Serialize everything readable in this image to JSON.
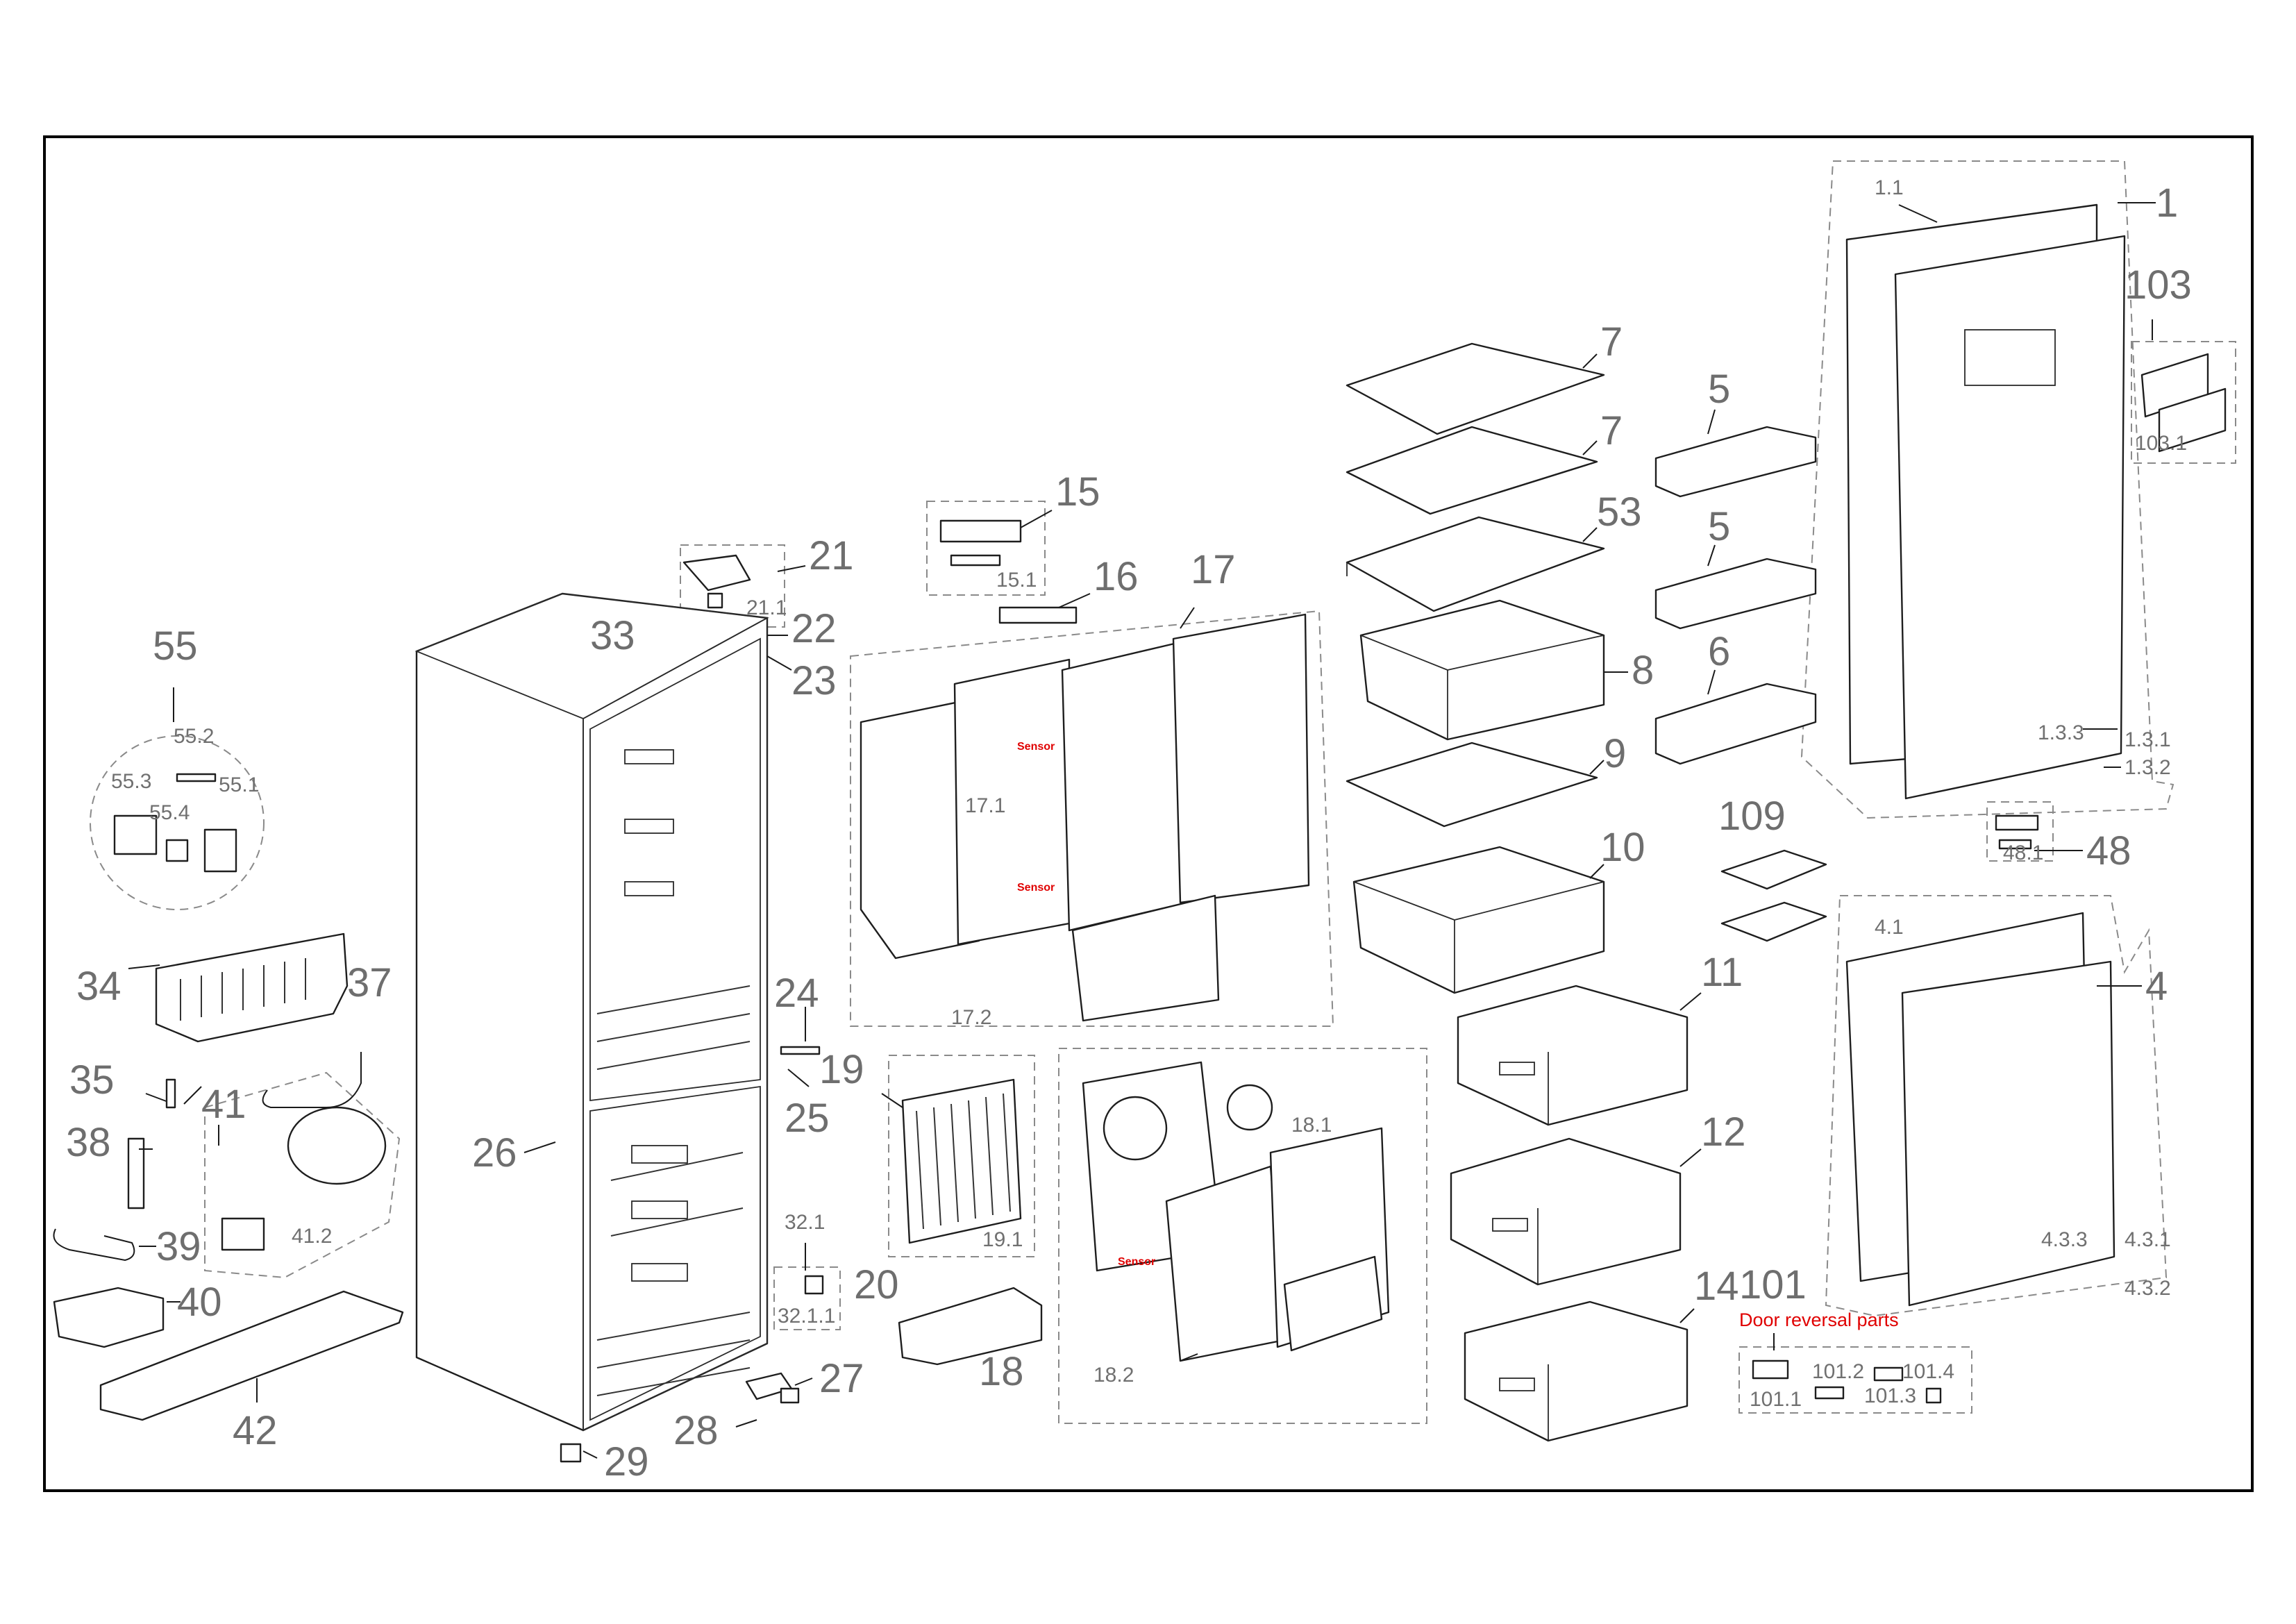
{
  "labels": {
    "p1": "1",
    "p1_1": "1.1",
    "p1_3_1": "1.3.1",
    "p1_3_2": "1.3.2",
    "p1_3_3": "1.3.3",
    "p4": "4",
    "p4_1": "4.1",
    "p4_3_1": "4.3.1",
    "p4_3_2": "4.3.2",
    "p4_3_3": "4.3.3",
    "p5a": "5",
    "p5b": "5",
    "p6": "6",
    "p7a": "7",
    "p7b": "7",
    "p8": "8",
    "p9": "9",
    "p10": "10",
    "p11": "11",
    "p12": "12",
    "p14": "14",
    "p15": "15",
    "p15_1": "15.1",
    "p16": "16",
    "p17": "17",
    "p17_1": "17.1",
    "p17_2": "17.2",
    "p18": "18",
    "p18_1": "18.1",
    "p18_2": "18.2",
    "p19": "19",
    "p19_1": "19.1",
    "p20": "20",
    "p21": "21",
    "p21_1": "21.1",
    "p22": "22",
    "p23": "23",
    "p24": "24",
    "p25": "25",
    "p26": "26",
    "p27": "27",
    "p28": "28",
    "p29": "29",
    "p32_1": "32.1",
    "p32_1_1": "32.1.1",
    "p33": "33",
    "p34": "34",
    "p35": "35",
    "p37": "37",
    "p38": "38",
    "p39": "39",
    "p40": "40",
    "p41": "41",
    "p41_2": "41.2",
    "p42": "42",
    "p48": "48",
    "p48_1": "48.1",
    "p53": "53",
    "p55": "55",
    "p55_1": "55.1",
    "p55_2": "55.2",
    "p55_3": "55.3",
    "p55_4": "55.4",
    "p101": "101",
    "p101_1": "101.1",
    "p101_2": "101.2",
    "p101_3": "101.3",
    "p101_4": "101.4",
    "p103": "103",
    "p103_1": "103.1",
    "p109": "109"
  },
  "notes": {
    "sensor": "Sensor",
    "door_reversal": "Door reversal parts"
  },
  "colors": {
    "line": "#1e1e1e",
    "label_grey": "#6e6e6e",
    "note_red": "#e00000",
    "frame": "#000000"
  }
}
